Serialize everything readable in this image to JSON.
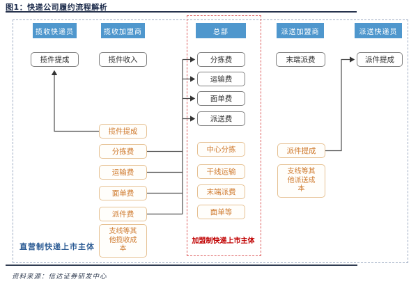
{
  "title": "图1：快递公司履约流程解析",
  "source": "资料来源：信达证券研发中心",
  "columns": [
    {
      "header": "揽收快递员",
      "white_boxes": [
        "揽件提成"
      ],
      "orange_boxes": []
    },
    {
      "header": "揽收加盟商",
      "white_boxes": [
        "揽件收入"
      ],
      "orange_boxes": [
        "揽件提成",
        "分拣费",
        "运输费",
        "面单费",
        "派件费",
        "支线等其他揽收成本"
      ]
    },
    {
      "header": "总部",
      "white_boxes": [
        "分拣费",
        "运输费",
        "面单费",
        "派送费"
      ],
      "orange_boxes": [
        "中心分拣",
        "干线运输",
        "末端派费",
        "面单等"
      ]
    },
    {
      "header": "派送加盟商",
      "white_boxes": [
        "末端派费"
      ],
      "orange_boxes": [
        "派件提成",
        "支线等其他派送成本"
      ]
    },
    {
      "header": "派送快递员",
      "white_boxes": [
        "派件提成"
      ],
      "orange_boxes": []
    }
  ],
  "region_labels": {
    "direct": "直营制快递上市主体",
    "franchise": "加盟制快递上市主体"
  },
  "colors": {
    "header_bg": "#4f97cd",
    "white_box_border": "#7f7f7f",
    "orange_box_border": "#e6c193",
    "orange_text": "#cf7a2e",
    "red_dash_border": "#dd5c5c",
    "gray_dash_border": "#9dabc2",
    "direct_label_blue": "#2d5c95",
    "franchise_label_red": "#c00000",
    "title_navy": "#1b2a4a",
    "connector_gray": "#4d4d4d"
  }
}
